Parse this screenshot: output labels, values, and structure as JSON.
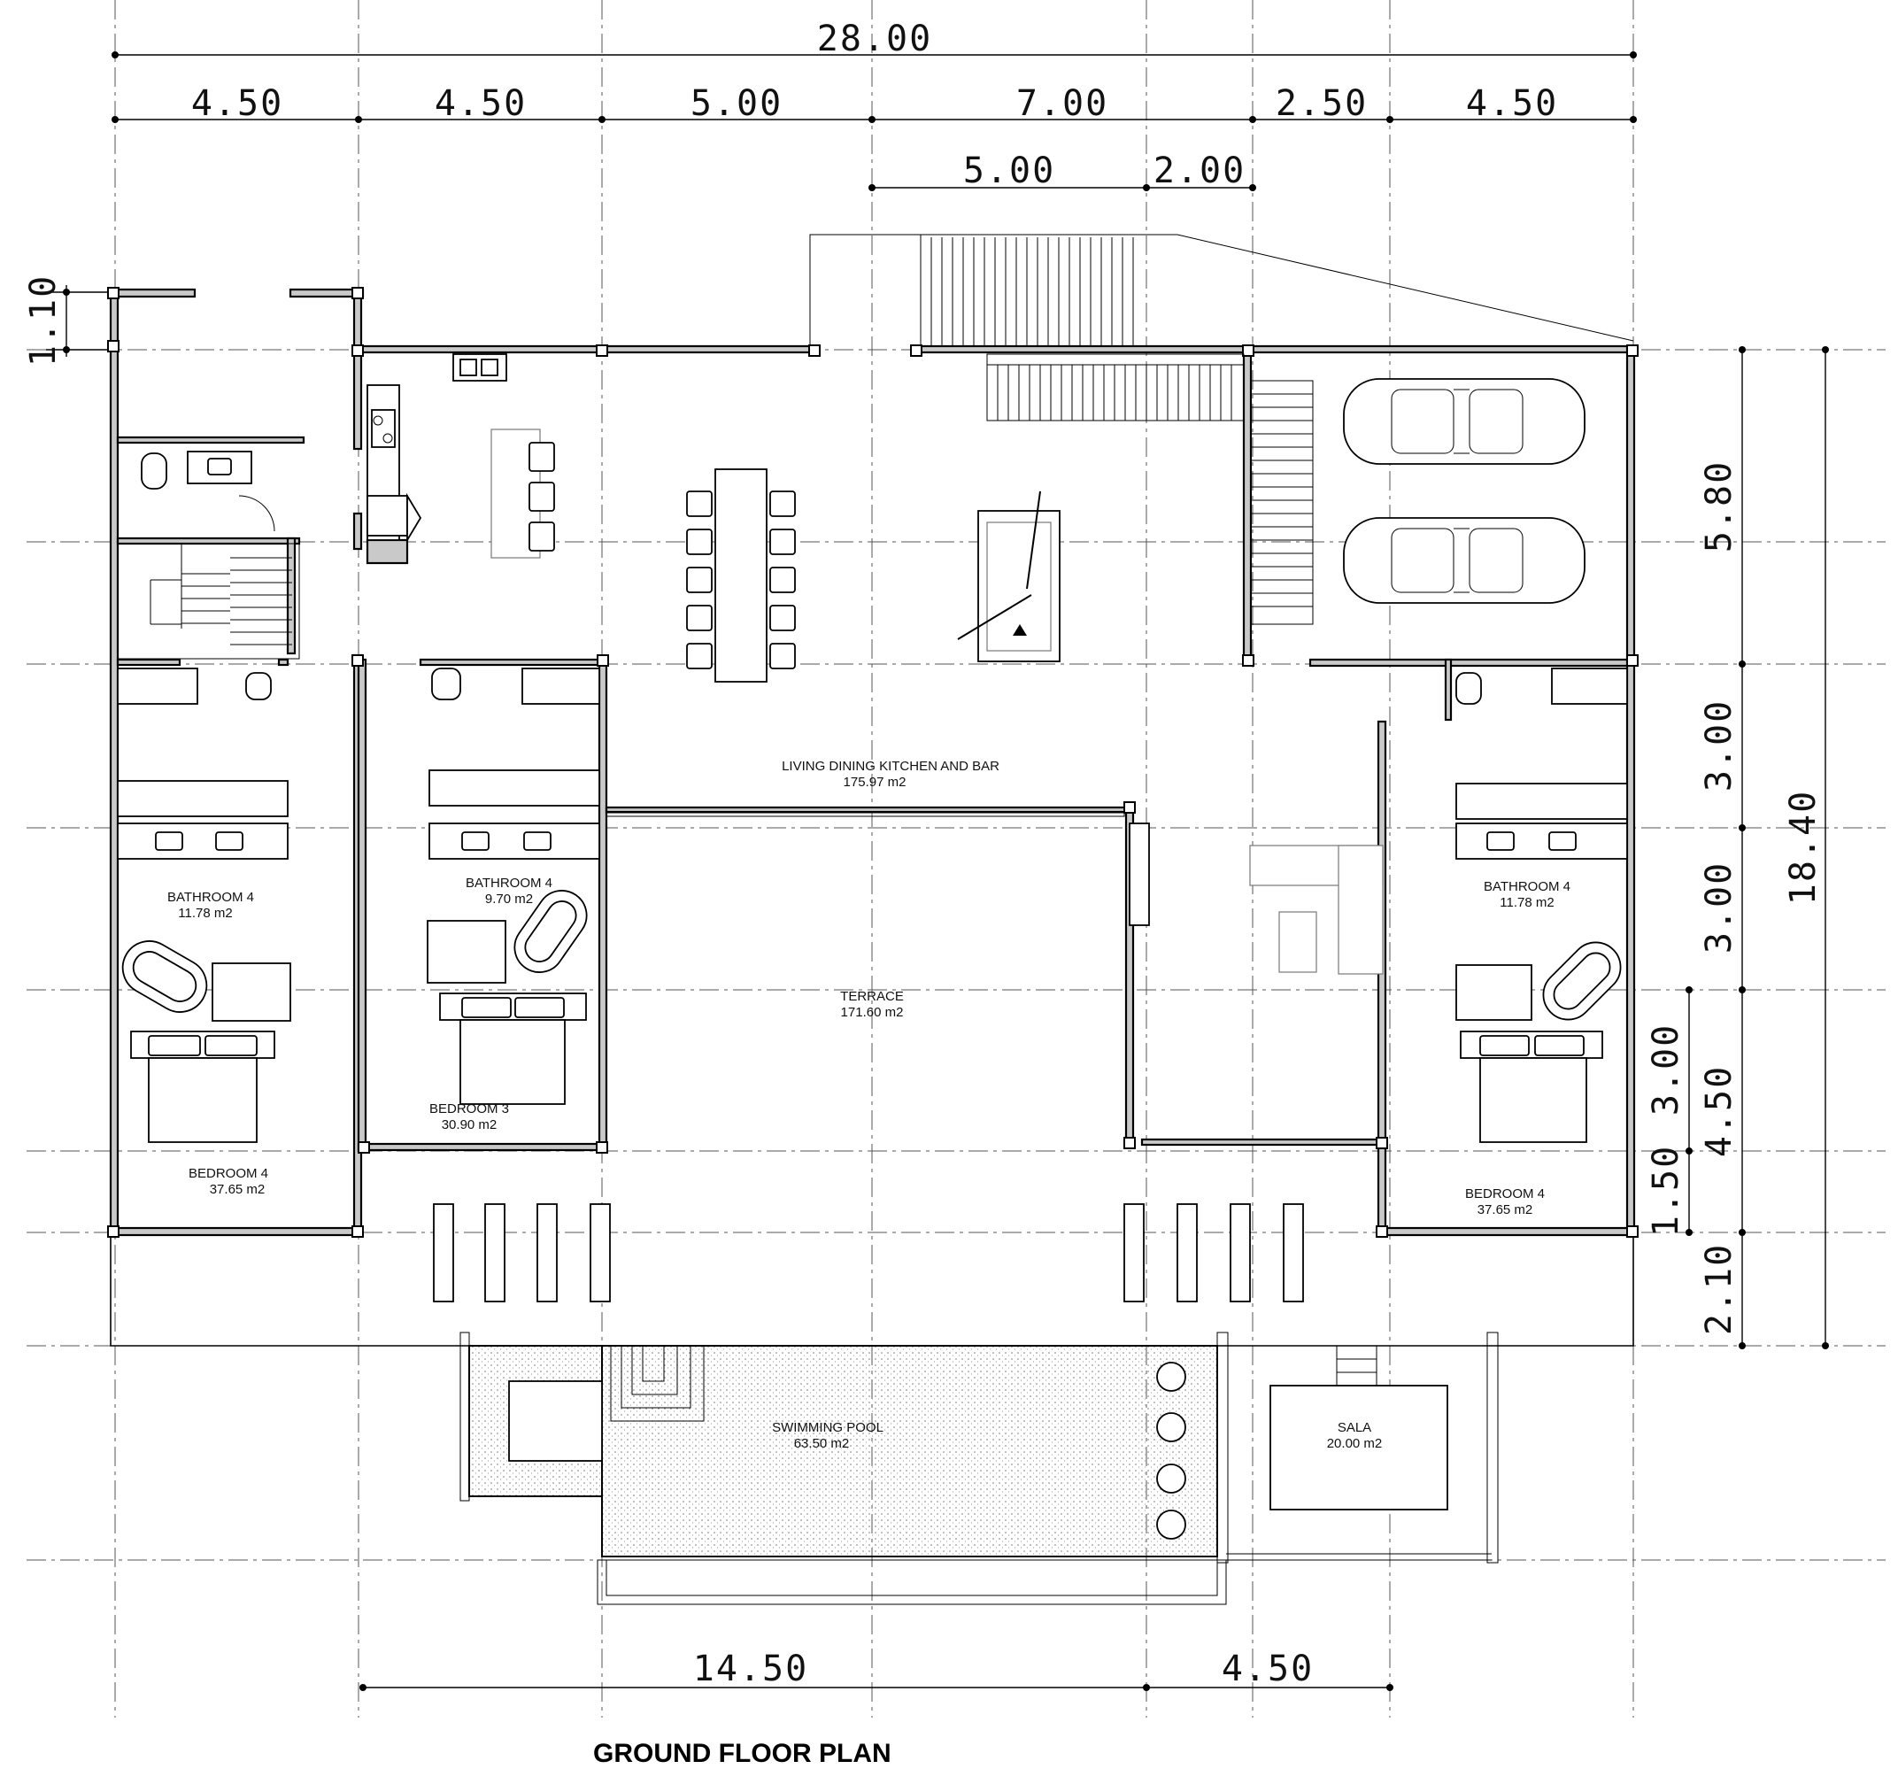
{
  "title": "GROUND FLOOR PLAN",
  "dimensions": {
    "overall_width": "28.00",
    "top_row": [
      "4.50",
      "4.50",
      "5.00",
      "7.00",
      "2.50",
      "4.50"
    ],
    "stair_row": [
      "5.00",
      "2.00"
    ],
    "left_small": "1.10",
    "right_overall": "18.40",
    "right_row": [
      "5.80",
      "3.00",
      "3.00",
      "4.50",
      "2.10"
    ],
    "right_inner": [
      "3.00",
      "1.50"
    ],
    "bottom_row": [
      "14.50",
      "4.50"
    ]
  },
  "rooms": [
    {
      "name": "LIVING  DINING  KITCHEN  AND BAR",
      "area": "175.97 m2"
    },
    {
      "name": "TERRACE",
      "area": "171.60 m2"
    },
    {
      "name": "BATHROOM 4",
      "area": "11.78 m2"
    },
    {
      "name": "BATHROOM 4",
      "area": "9.70 m2"
    },
    {
      "name": "BATHROOM 4",
      "area": "11.78 m2"
    },
    {
      "name": "BEDROOM 4",
      "area": "37.65 m2"
    },
    {
      "name": "BEDROOM 3",
      "area": "30.90 m2"
    },
    {
      "name": "BEDROOM 4",
      "area": "37.65 m2"
    },
    {
      "name": "SWIMMING POOL",
      "area": "63.50 m2"
    },
    {
      "name": "SALA",
      "area": "20.00 m2"
    }
  ]
}
